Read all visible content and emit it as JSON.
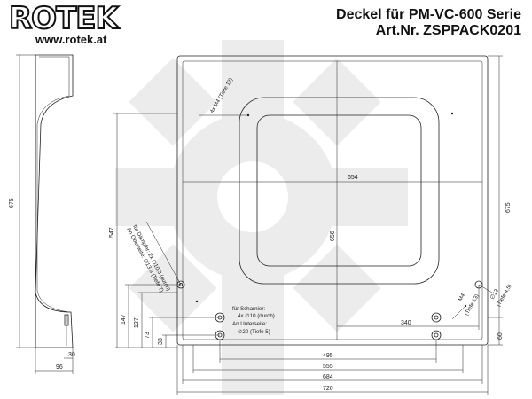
{
  "header": {
    "logo_text": "ROTEK",
    "url": "www.rotek.at",
    "title_line1": "Deckel für PM-VC-600 Serie",
    "title_line2": "Art.Nr. ZSPPACK0201"
  },
  "dimensions": {
    "side_height": "675",
    "side_width_inner": "30",
    "side_width_outer": "96",
    "top_height": "547",
    "inner_width": "654",
    "inner_height": "656",
    "right_height": "675",
    "h147": "147",
    "h127": "127",
    "h73": "73",
    "h33": "33",
    "w340": "340",
    "w495": "495",
    "w555": "555",
    "w684": "684",
    "w720": "720",
    "h60": "60"
  },
  "notes": {
    "m4_top": "4x M4 (Tiefe 12)",
    "damper_line1": "für Dämpfer: 2x ∅10,3 (durch)",
    "damper_line2": "An Oberseite: ∅13,3 (Tiefe 7)",
    "hinge_line1": "für Scharnier:",
    "hinge_line2": "4x ∅10 (durch)",
    "hinge_line3": "An Unterseite:",
    "hinge_line4": "∅20 (Tiefe 5)",
    "m4_right_line1": "M4",
    "m4_right_line2": "(Tiefe 13)",
    "hole_right_line1": "∅12",
    "hole_right_line2": "(Tiefe 4,5)"
  }
}
